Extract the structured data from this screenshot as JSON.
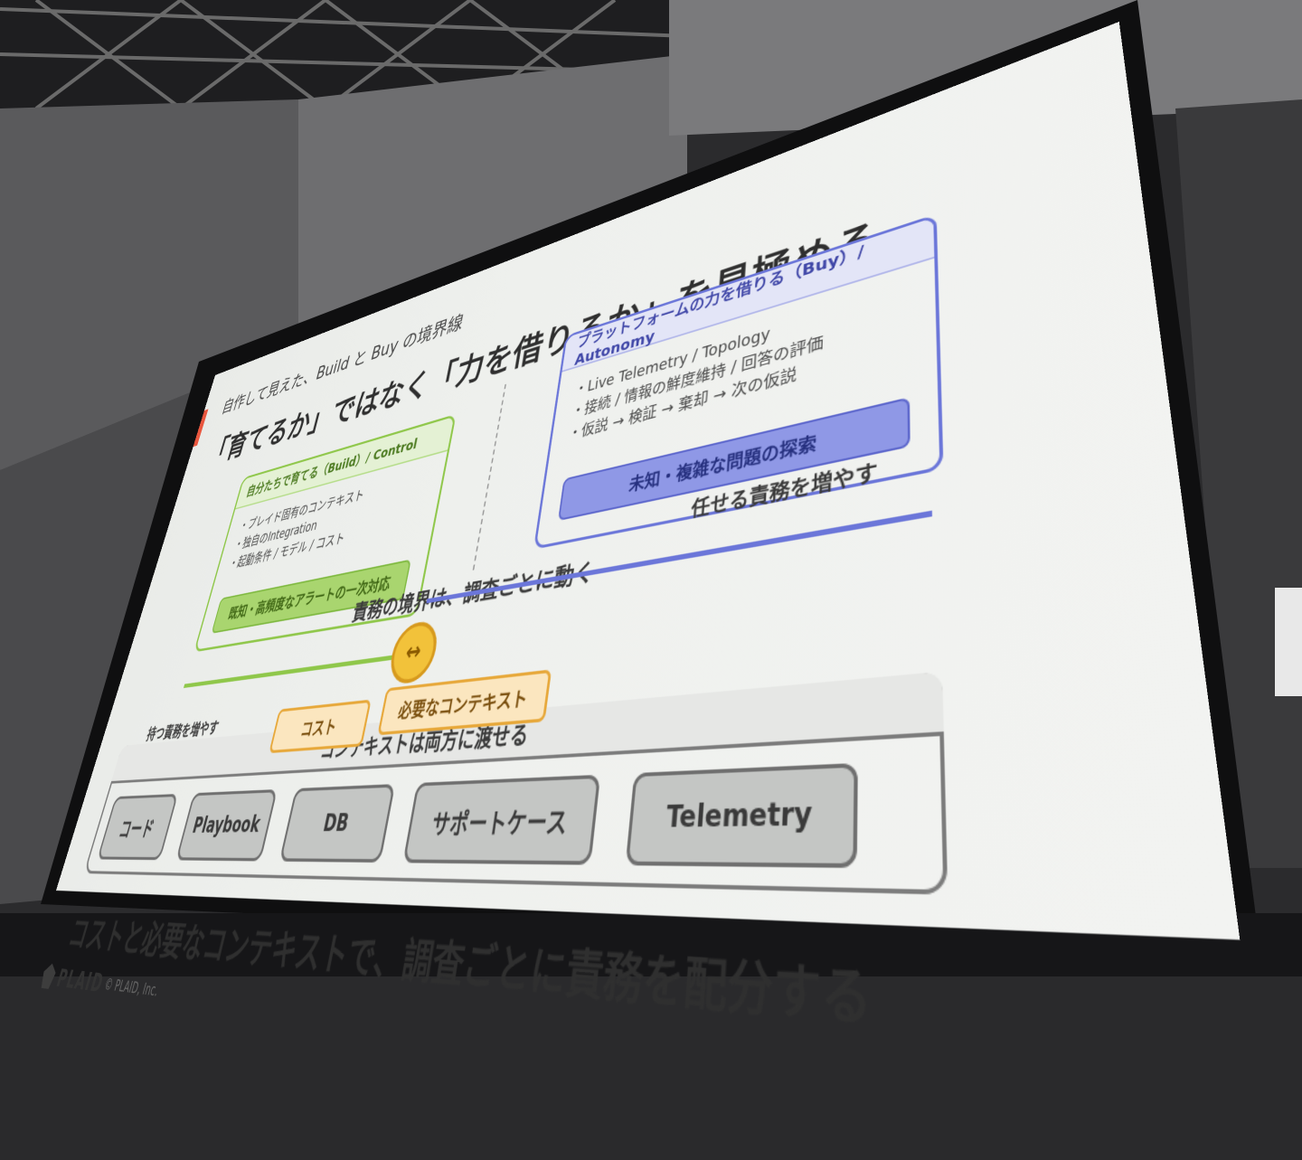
{
  "slide": {
    "subtitle": "自作して見えた、Build と Buy の境界線",
    "title": "「育てるか」ではなく「力を借りるか」を見極める",
    "build_box": {
      "header": "自分たちで育てる（Build）/ Control",
      "bullets": [
        "・プレイド固有のコンテキスト",
        "・独自のIntegration",
        "・起動条件 / モデル / コスト"
      ],
      "pill": "既知・高頻度なアラートの一次対応"
    },
    "buy_box": {
      "header": "プラットフォームの力を借りる（Buy）/ Autonomy",
      "bullets": [
        "・Live Telemetry / Topology",
        "・接続 / 情報の鮮度維持 / 回答の評価",
        "・仮説 → 検証 → 棄却 → 次の仮説"
      ],
      "pill": "未知・複雑な問題の探索"
    },
    "boundary_label": "責務の境界は、調査ごとに動く",
    "handle_glyph": "↔",
    "right_label": "任せる責務を増やす",
    "left_label": "持つ責務を増やす",
    "tags": [
      "コスト",
      "必要なコンテキスト"
    ],
    "tray_header": "コンテキストは両方に渡せる",
    "chips": [
      "コード",
      "Playbook",
      "DB",
      "サポートケース",
      "Telemetry"
    ],
    "conclusion": "コストと必要なコンテキストで、調査ごとに責務を配分する",
    "logo": "PLAID",
    "copyright": "© PLAID, Inc."
  },
  "colors": {
    "accent": "#e9573f",
    "build": "#8fc74a",
    "buy": "#6b76d9",
    "handle": "#f2c23a",
    "tag": "#e7a83a"
  }
}
